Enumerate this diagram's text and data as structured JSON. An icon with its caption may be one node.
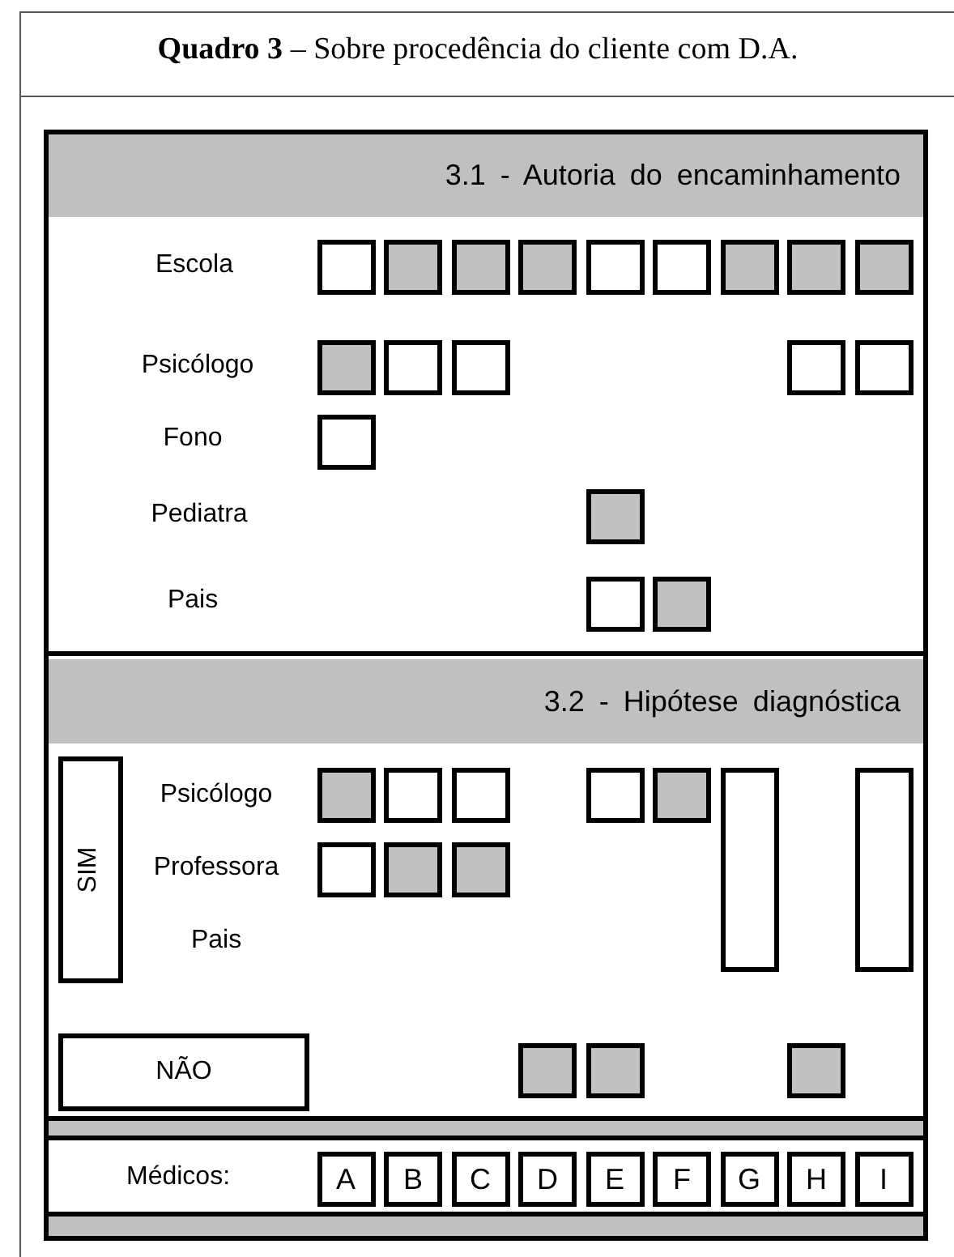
{
  "diagram": {
    "title": "**Quadro 3** – Sobre procedência do cliente com D.A.",
    "nodes": [
      {
        "text": [
          "3.1 - Autoria do encaminhamento"
        ]
      },
      {
        "text": [],
        "shape": "box"
      },
      {
        "text": [],
        "shape": "box"
      },
      {
        "text": [],
        "shape": "box"
      },
      {
        "text": [],
        "shape": "box"
      },
      {
        "text": [],
        "shape": "box"
      },
      {
        "text": [],
        "shape": "box"
      },
      {
        "text": [],
        "shape": "box"
      },
      {
        "text": [],
        "shape": "box"
      },
      {
        "text": [],
        "shape": "box"
      },
      {
        "text": [],
        "shape": "box"
      },
      {
        "text": [],
        "shape": "box"
      },
      {
        "text": [],
        "shape": "box"
      },
      {
        "text": [],
        "shape": "box"
      },
      {
        "text": [],
        "shape": "box"
      },
      {
        "text": [],
        "shape": "box"
      },
      {
        "text": [],
        "shape": "box"
      },
      {
        "text": [],
        "shape": "box"
      },
      {
        "text": [],
        "shape": "box"
      },
      {
        "text": [
          "3.2 - Hipótese diagnóstica"
        ]
      },
      {
        "text": [
          "SIM"
        ]
      },
      {
        "text": [
          "Psicólogo",
          "Professora",
          "Pais"
        ],
        "in": 20
      },
      {
        "text": [],
        "shape": "box"
      },
      {
        "text": [],
        "shape": "box"
      },
      {
        "text": [],
        "shape": "box"
      },
      {
        "text": [],
        "shape": "box"
      },
      {
        "text": [],
        "shape": "box"
      },
      {
        "text": [],
        "shape": "box"
      },
      {
        "text": [],
        "shape": "box"
      },
      {
        "text": [],
        "shape": "box"
      },
      {
        "text": [],
        "shape": "box"
      },
      {
        "text": [],
        "shape": "box"
      },
      {
        "text": [
          "NÃO"
        ]
      },
      {
        "text": [],
        "shape": "box"
      },
      {
        "text": [],
        "shape": "box"
      },
      {
        "text": [],
        "shape": "box"
      },
      {
        "text": [
          "A"
        ]
      },
      {
        "text": [
          "B"
        ]
      },
      {
        "text": [
          "C"
        ]
      },
      {
        "text": [
          "D"
        ]
      },
      {
        "text": [
          "E"
        ]
      },
      {
        "text": [
          "F"
        ]
      },
      {
        "text": [
          "G"
        ]
      },
      {
        "text": [
          "H"
        ]
      },
      {
        "text": [
          "I"
        ]
      }
    ],
    "labels": [
      "Escola",
      "Psicólogo",
      "Fono",
      "Pediatra",
      "Pais",
      "Médicos:"
    ]
  }
}
